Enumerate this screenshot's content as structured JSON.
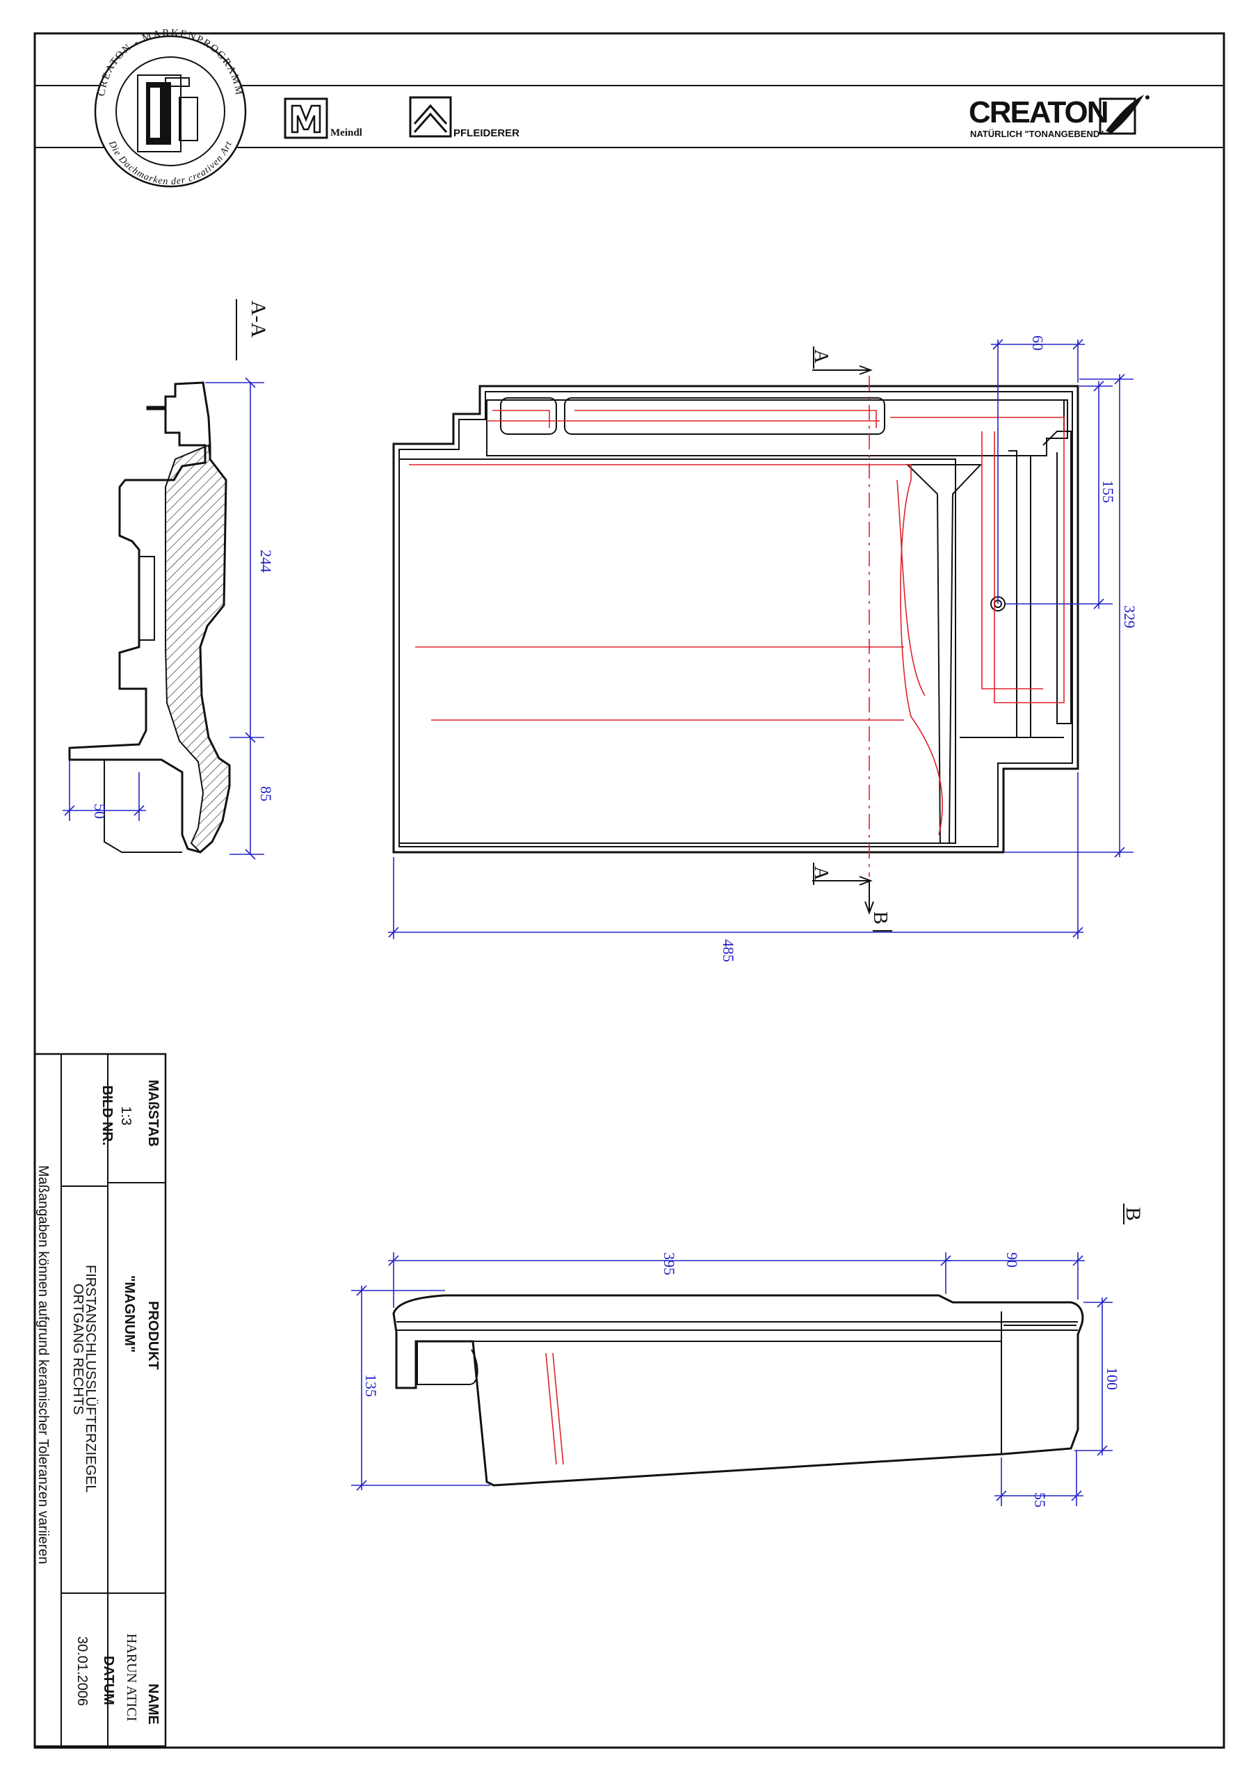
{
  "header": {
    "seal_text_top": "CREATON - MARKENPROGRAMM",
    "seal_text_bottom": "Die Dachmarken der creativen Art",
    "brand1": "Meindl",
    "brand2": "PFLEIDERER",
    "logo_main": "CREATON",
    "logo_tagline": "NATÜRLICH \"TONANGEBEND\""
  },
  "views": {
    "section_aa_title": "A-A",
    "section_marker": "A",
    "view_b_marker": "B",
    "view_b_title": "B"
  },
  "dimensions": {
    "aa_height_upper": "244",
    "aa_height_lower": "85",
    "aa_foot": "50",
    "top_width": "60",
    "top_height_partial": "155",
    "height_total": "329",
    "width_total": "485",
    "b_length_main": "395",
    "b_length_end": "90",
    "b_height_total": "135",
    "b_height_end": "100",
    "b_foot": "55"
  },
  "title_block": {
    "massstab_label": "MAßSTAB",
    "massstab_value": "1:3",
    "bild_nr_label": "BILD NR.",
    "produkt_label": "PRODUKT",
    "produkt_name": "\"MAGNUM\"",
    "produkt_line1": "FIRSTANSCHLUSSLÜFTERZIEGEL",
    "produkt_line2": "ORTGANG RECHTS",
    "name_label": "NAME",
    "name_value": "HARUN  ATICI",
    "datum_label": "DATUM",
    "datum_value": "30.01.2006",
    "note": "Maßangaben  können  aufgrund  keramischer  Toleranzen  variieren"
  },
  "colors": {
    "outline": "#111111",
    "dimension": "#2323c8",
    "hidden_line": "#e0202a"
  }
}
